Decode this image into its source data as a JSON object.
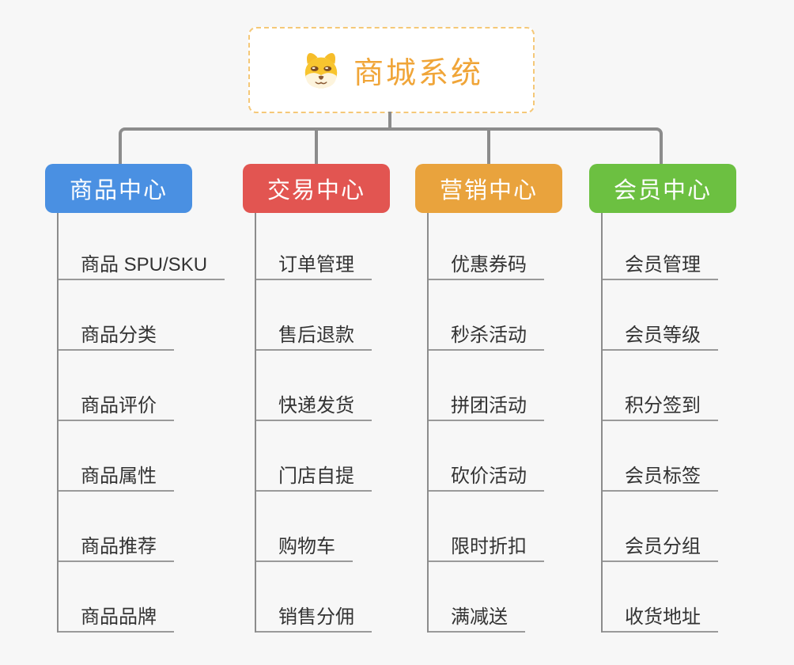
{
  "root": {
    "title": "商城系统",
    "icon": "dog-face-icon"
  },
  "branches": [
    {
      "label": "商品中心",
      "color": "#4a90e2",
      "children": [
        "商品 SPU/SKU",
        "商品分类",
        "商品评价",
        "商品属性",
        "商品推荐",
        "商品品牌"
      ]
    },
    {
      "label": "交易中心",
      "color": "#e25551",
      "children": [
        "订单管理",
        "售后退款",
        "快递发货",
        "门店自提",
        "购物车",
        "销售分佣"
      ]
    },
    {
      "label": "营销中心",
      "color": "#e9a33d",
      "children": [
        "优惠券码",
        "秒杀活动",
        "拼团活动",
        "砍价活动",
        "限时折扣",
        "满减送"
      ]
    },
    {
      "label": "会员中心",
      "color": "#6cc041",
      "children": [
        "会员管理",
        "会员等级",
        "积分签到",
        "会员标签",
        "会员分组",
        "收货地址"
      ]
    }
  ],
  "colors": {
    "background": "#f7f7f7",
    "connector": "#8c8c8c",
    "leaf_line": "#9a9a9a",
    "leaf_text": "#333333",
    "root_text": "#f0a538",
    "root_border": "#f5c878"
  }
}
